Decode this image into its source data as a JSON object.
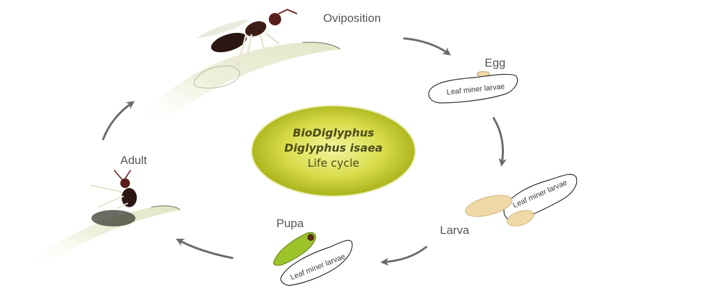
{
  "center": {
    "line1": "BioDiglyphus",
    "line2": "Diglyphus isaea",
    "line3": "Life cycle"
  },
  "stages": {
    "oviposition": "Oviposition",
    "egg": "Egg",
    "larva": "Larva",
    "pupa": "Pupa",
    "adult": "Adult"
  },
  "host_labels": {
    "egg_host": "Leaf miner larvae",
    "larva_host": "Leaf miner larvae",
    "pupa_host": "Leaf miner larvae"
  },
  "colors": {
    "center_ellipse": "#b9c21c",
    "center_ellipse_light": "#eef08a",
    "arrow": "#6a6a6a",
    "egg_larva_fill": "#efd9a6",
    "pupa_green": "#9cc42a",
    "wasp_body": "#2a1612",
    "leaf": "#e9ecd6"
  }
}
